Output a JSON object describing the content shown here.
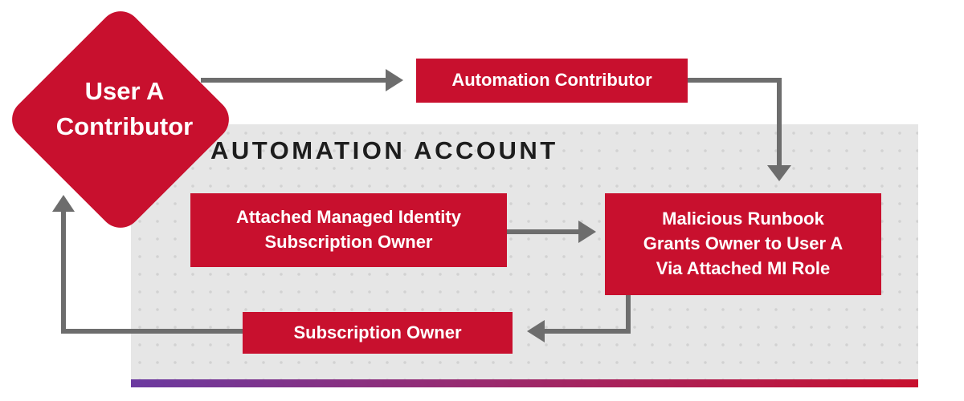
{
  "diagram": {
    "user_node": {
      "line1": "User A",
      "line2": "Contributor"
    },
    "account_title": "AUTOMATION ACCOUNT",
    "boxes": {
      "automation_contributor": "Automation Contributor",
      "attached_identity": "Attached Managed Identity\nSubscription Owner",
      "malicious_runbook": "Malicious Runbook\nGrants Owner to User A\nVia Attached MI Role",
      "subscription_owner": "Subscription Owner"
    },
    "colors": {
      "node_red": "#c8102e",
      "arrow_gray": "#6d6d6d",
      "panel_gray": "#e6e6e6",
      "gradient_start": "#6b3aa0",
      "gradient_end": "#c8102e"
    }
  }
}
